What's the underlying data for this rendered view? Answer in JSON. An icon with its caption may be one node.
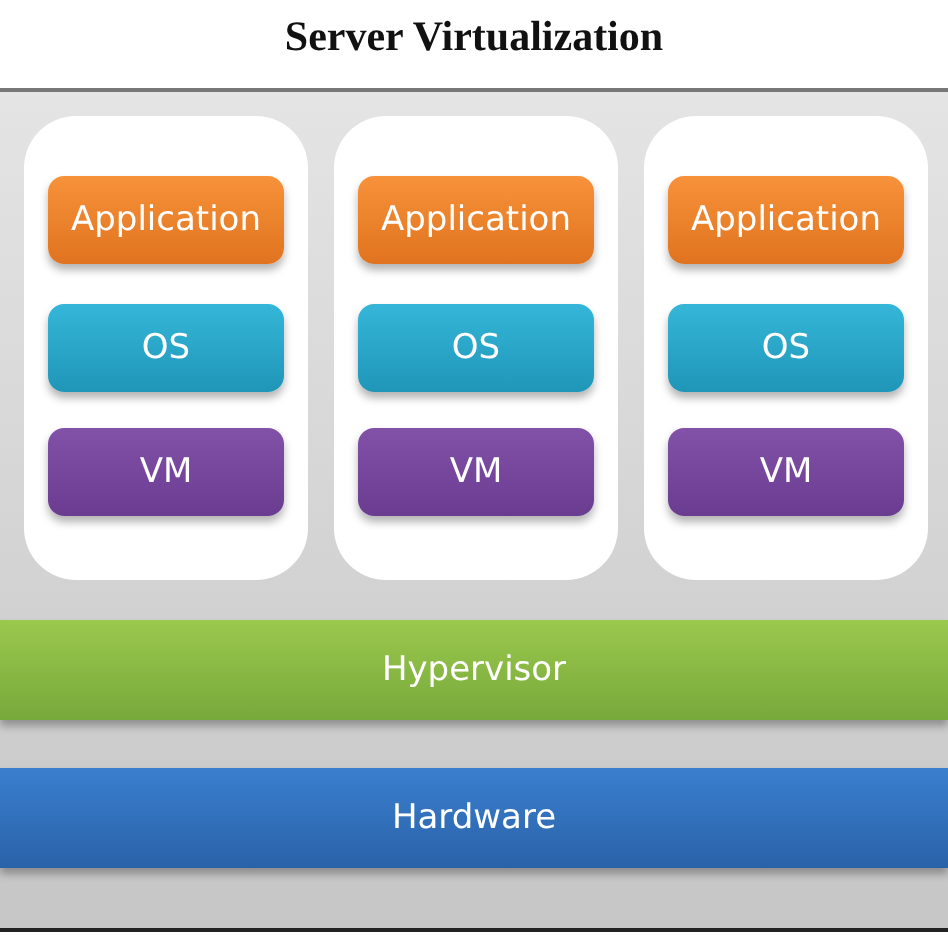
{
  "diagram": {
    "title": "Server Virtualization",
    "nodes": [
      {
        "text": [],
        "shape": "box"
      },
      {
        "text": [
          "Application"
        ],
        "in": 0
      },
      {
        "text": [
          "OS"
        ],
        "in": 0
      },
      {
        "text": [
          "VM"
        ],
        "in": 0
      },
      {
        "text": [],
        "shape": "box"
      },
      {
        "text": [
          "Application"
        ],
        "in": 4
      },
      {
        "text": [
          "OS"
        ],
        "in": 4
      },
      {
        "text": [
          "VM"
        ],
        "in": 4
      },
      {
        "text": [],
        "shape": "box"
      },
      {
        "text": [
          "Application"
        ],
        "in": 8
      },
      {
        "text": [
          "OS"
        ],
        "in": 8
      },
      {
        "text": [
          "VM"
        ],
        "in": 8
      },
      {
        "text": [
          "Hypervisor"
        ]
      },
      {
        "text": [
          "Hardware"
        ]
      }
    ]
  }
}
